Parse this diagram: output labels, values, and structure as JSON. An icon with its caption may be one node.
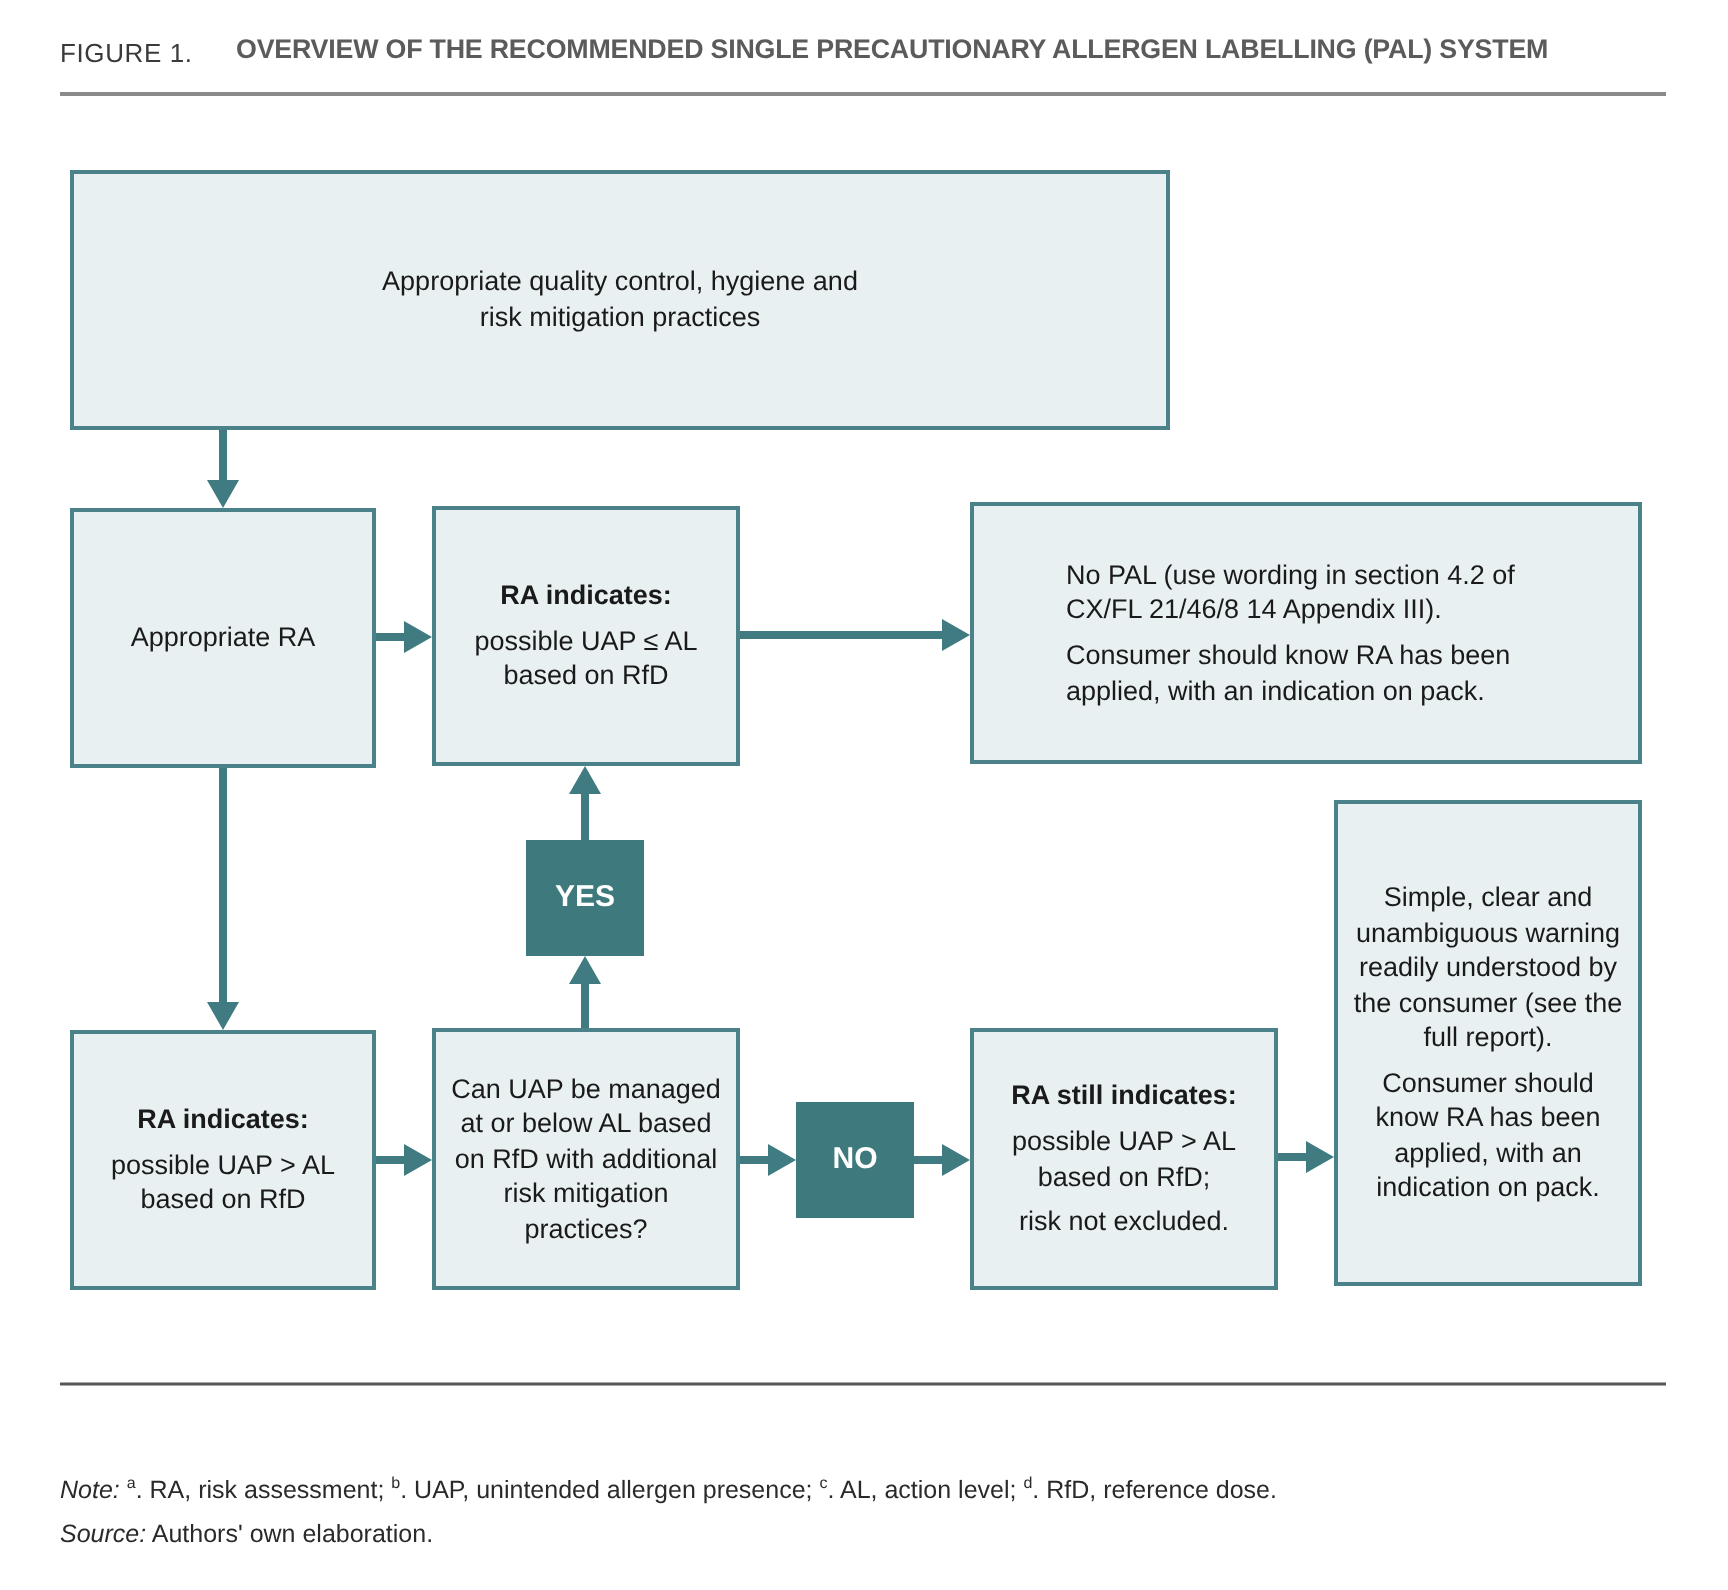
{
  "diagram": {
    "title": "OVERVIEW OF THE RECOMMENDED SINGLE PRECAUTIONARY ALLERGEN LABELLING (PAL) SYSTEM",
    "nodes": [
      {
        "text": [
          "Appropriate quality control, hygiene and risk mitigation practices"
        ]
      },
      {
        "text": [
          "Appropriate RA"
        ]
      },
      {
        "text": [
          "RA indicates:",
          "possible UAP ≤ AL based on RfD"
        ]
      },
      {
        "text": [
          "No PAL (use wording in section 4.2 of CX/FL 21/46/8 14 Appendix III).",
          "Consumer should know RA has been applied, with an indication on pack."
        ]
      },
      {
        "text": [
          "YES"
        ]
      },
      {
        "text": [
          "RA indicates:",
          "possible UAP > AL based on RfD"
        ]
      },
      {
        "text": [
          "Can UAP be managed at or below AL based on RfD with additional risk mitigation practices?"
        ]
      },
      {
        "text": [
          "NO"
        ]
      },
      {
        "text": [
          "RA still indicates:",
          "possible UAP > AL based on RfD;",
          "risk not excluded."
        ]
      },
      {
        "text": [
          "Simple, clear and unambiguous warning readily understood by the consumer (see the full report).",
          "Consumer should know RA has been applied, with an indication on pack."
        ]
      }
    ],
    "edges": [
      {
        "from": 0,
        "to": 1,
        "arrow": "to"
      },
      {
        "from": 1,
        "to": 2,
        "arrow": "to"
      },
      {
        "from": 2,
        "to": 3,
        "arrow": "to"
      },
      {
        "from": 1,
        "to": 5,
        "arrow": "to"
      },
      {
        "from": 5,
        "to": 6,
        "arrow": "to"
      },
      {
        "from": 6,
        "to": 4,
        "arrow": "to"
      },
      {
        "from": 4,
        "to": 2,
        "arrow": "to"
      },
      {
        "from": 6,
        "to": 7,
        "arrow": "to"
      },
      {
        "from": 7,
        "to": 8,
        "arrow": "to"
      },
      {
        "from": 8,
        "to": 9,
        "arrow": "to"
      }
    ],
    "labels": [
      "FIGURE 1.",
      "*Note:* $^{a}$. RA, risk assessment; $^{b}$. UAP, unintended allergen presence; $^{c}$. AL, action level; $^{d}$. RfD, reference dose.",
      "*Source:* Authors' own elaboration."
    ]
  }
}
